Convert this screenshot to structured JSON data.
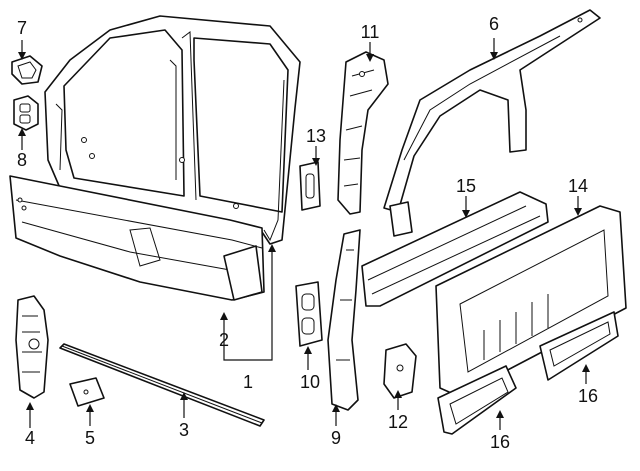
{
  "callouts": {
    "c1": "1",
    "c2": "2",
    "c3": "3",
    "c4": "4",
    "c5": "5",
    "c6": "6",
    "c7": "7",
    "c8": "8",
    "c9": "9",
    "c10": "10",
    "c11": "11",
    "c12": "12",
    "c13": "13",
    "c14": "14",
    "c15": "15",
    "c16a": "16",
    "c16b": "16"
  }
}
